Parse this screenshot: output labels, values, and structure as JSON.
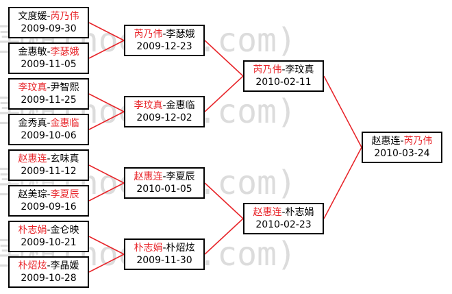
{
  "colors": {
    "winner": "#e8262b",
    "text": "#000000",
    "wire": "#e8262b",
    "border": "#000000",
    "watermark": "#dcdcdc"
  },
  "watermark": "围棋(hoetom.com)",
  "rounds": [
    {
      "name": "round-1",
      "matches": [
        {
          "p1": "文度媛",
          "p2": "芮乃伟",
          "winner": 2,
          "date": "2009-09-30"
        },
        {
          "p1": "金惠敏",
          "p2": "李瑟娥",
          "winner": 2,
          "date": "2009-11-05"
        },
        {
          "p1": "李玟真",
          "p2": "尹智熙",
          "winner": 1,
          "date": "2009-11-25"
        },
        {
          "p1": "金秀真",
          "p2": "金惠临",
          "winner": 2,
          "date": "2009-10-06"
        },
        {
          "p1": "赵惠连",
          "p2": "玄味真",
          "winner": 1,
          "date": "2009-11-12"
        },
        {
          "p1": "赵美琮",
          "p2": "李夏辰",
          "winner": 2,
          "date": "2009-09-16"
        },
        {
          "p1": "朴志娟",
          "p2": "金仑映",
          "winner": 1,
          "date": "2009-10-21"
        },
        {
          "p1": "朴炤炫",
          "p2": "李晶媛",
          "winner": 1,
          "date": "2009-10-28"
        }
      ]
    },
    {
      "name": "round-2",
      "matches": [
        {
          "p1": "芮乃伟",
          "p2": "李瑟娥",
          "winner": 1,
          "date": "2009-12-23"
        },
        {
          "p1": "李玟真",
          "p2": "金惠临",
          "winner": 1,
          "date": "2009-12-02"
        },
        {
          "p1": "赵惠连",
          "p2": "李夏辰",
          "winner": 1,
          "date": "2010-01-05"
        },
        {
          "p1": "朴志娟",
          "p2": "朴炤炫",
          "winner": 1,
          "date": "2009-11-30"
        }
      ]
    },
    {
      "name": "round-3",
      "matches": [
        {
          "p1": "芮乃伟",
          "p2": "李玟真",
          "winner": 1,
          "date": "2010-02-11"
        },
        {
          "p1": "赵惠连",
          "p2": "朴志娟",
          "winner": 1,
          "date": "2010-02-23"
        }
      ]
    },
    {
      "name": "final",
      "matches": [
        {
          "p1": "赵惠连",
          "p2": "芮乃伟",
          "winner": 2,
          "date": "2010-03-24"
        }
      ]
    }
  ]
}
